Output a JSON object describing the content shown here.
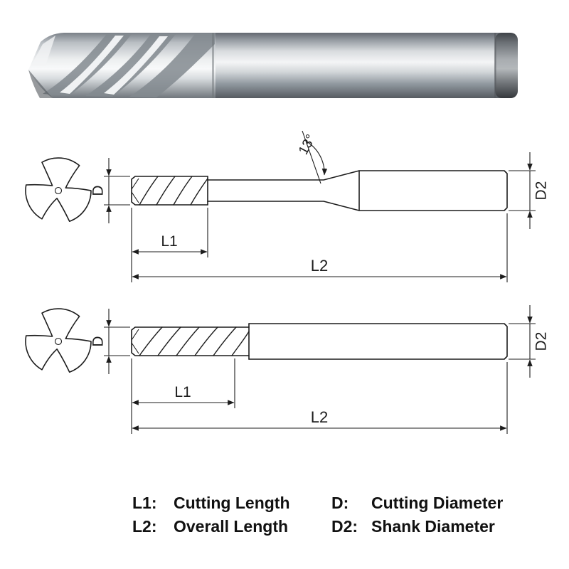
{
  "labels": {
    "d": "D",
    "d2": "D2",
    "l1": "L1",
    "l2": "L2",
    "angle": "13°"
  },
  "legend": {
    "items": [
      {
        "key": "L1:",
        "value": "Cutting Length"
      },
      {
        "key": "D:",
        "value": "Cutting Diameter"
      },
      {
        "key": "L2:",
        "value": "Overall Length"
      },
      {
        "key": "D2:",
        "value": "Shank Diameter"
      }
    ]
  },
  "colors": {
    "line": "#1c1c1c",
    "background": "#ffffff"
  }
}
